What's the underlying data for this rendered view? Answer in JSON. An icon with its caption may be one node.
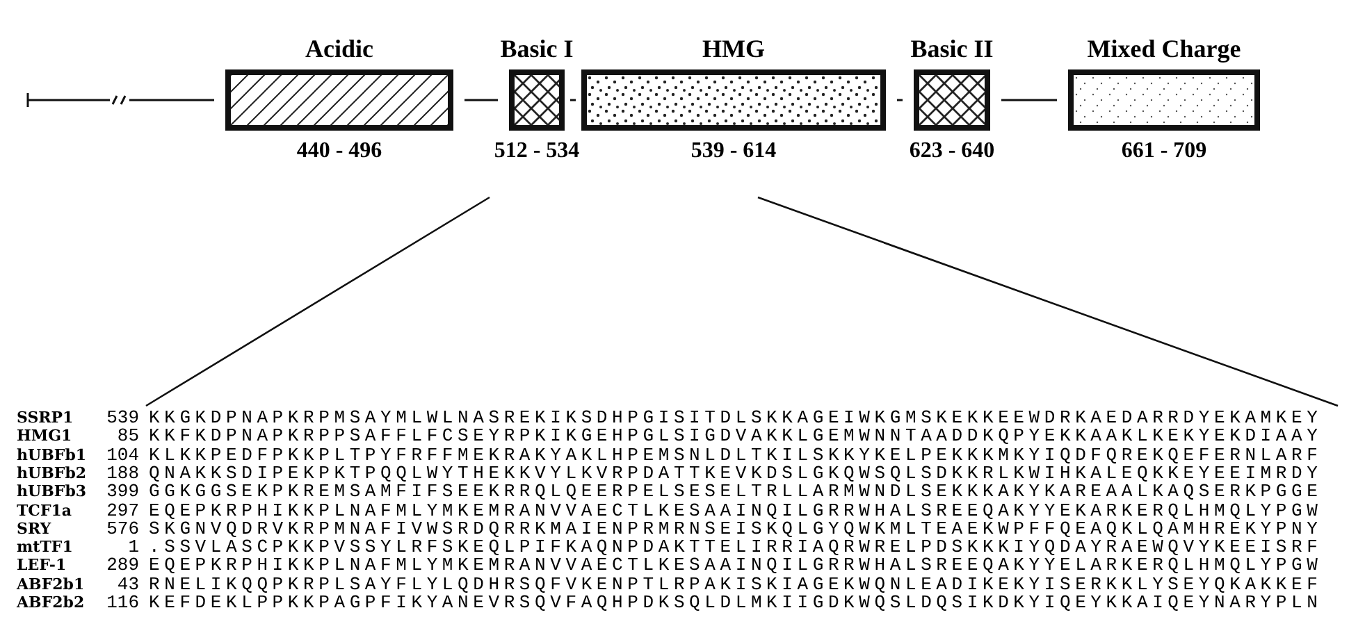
{
  "diagram": {
    "nodes": [
      {
        "text": [
          "Acidic"
        ],
        "beside": [
          "440 - 496"
        ]
      },
      {
        "text": [
          "Basic I"
        ],
        "beside": [
          "512 - 534"
        ]
      },
      {
        "text": [
          "HMG"
        ],
        "beside": [
          "539 - 614"
        ]
      },
      {
        "text": [
          "Basic II"
        ],
        "beside": [
          "623 - 640"
        ]
      },
      {
        "text": [
          "Mixed Charge"
        ],
        "beside": [
          "661 - 709"
        ]
      }
    ],
    "edges": [
      {
        "from": null,
        "to": 0,
        "arrow": "other"
      },
      {
        "from": 0,
        "to": 1,
        "arrow": "none"
      },
      {
        "from": 1,
        "to": 2,
        "arrow": "none"
      },
      {
        "from": 2,
        "to": 3,
        "arrow": "none"
      },
      {
        "from": 3,
        "to": 4,
        "arrow": "none"
      }
    ],
    "labels": [
      "SSRP1",
      "539",
      "KKGKDPNAPKRPMSAYMLWLNASREKIKSDHPGISITDLSKKAGEIWKGMSKEKKEEWDRKAEDARRDYEKAMKEY",
      "HMG1",
      "85",
      "KKFKDPNAPKRPPSAFFLFCSEYRPKIKGEHPGLSIGDVAKKLGEMWNNTAADDKQPYEKKAAKLKEKYEKDIAAY",
      "hUBFb1",
      "104",
      "KLKKPEDFPKKPLTPYFRFFMEKRAKYAKLHPEMSNLDLTKILSKKYKELPEKKKMKYIQDFQREKQEFERNLARF",
      "hUBFb2",
      "188",
      "QNAKKSDIPEKPKTPQQLWYTHEKKVYLKVRPDATTKEVKDSLGKQWSQLSDKKRLKWIHKALEQKKEYEEIMRDY",
      "hUBFb3",
      "399",
      "GGKGGSEKPKREMSAMFIFSEEKRRQLQEERPELSESELTRLLARMWNDLSEKKKAKYKAREAALKAQSERKPGGE",
      "TCF1a",
      "297",
      "EQEPKRPHIKKPLNAFMLYMKEMRANVVAECTLKESAAINQILGRRWHALSREEQAKYYEKARKERQLHMQLYPGW",
      "SRY",
      "576",
      "SKGNVQDRVKRPMNAFIVWSRDQRRKMAIENPRMRNSEISKQLGYQWKMLTEAEKWPFFQEAQKLQAMHREKYPNY",
      "mtTF1",
      "1",
      ".SSVLASCPKKPVSSYLRFSKEQLPIFKAQNPDAKTTELIRRIAQRWRELPDSKKKIYQDAYRAEWQVYKEEISRF",
      "LEF-1",
      "289",
      "EQEPKRPHIKKPLNAFMLYMKEMRANVVAECTLKESAAINQILGRRWHALSREEQAKYYELARKERQLHMQLYPGW",
      "ABF2b1",
      "43",
      "RNELIKQQPKRPLSAYFLYLQDHRSQFVKENPTLRPAKISKIAGEKWQNLEADIKEKYISERKKLYSEYQKAKKEF",
      "ABF2b2",
      "116",
      "KEFDEKLPPKKPAGPFIKYANEVRSQVFAQHPDKSQLDLMKIIGDKWQSLDQSIKDKYIQEYKKAIQEYNARYPLN"
    ]
  }
}
